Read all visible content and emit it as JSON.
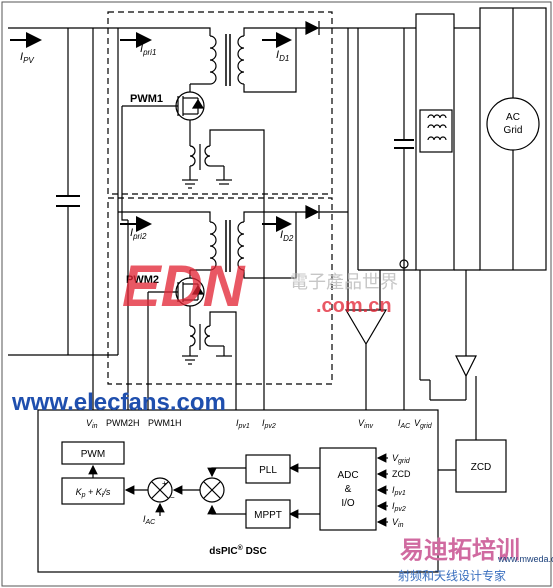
{
  "currents": {
    "ipv": "I",
    "ipv_sub": "PV",
    "ipri1": "I",
    "ipri1_sub": "pri1",
    "id1": "I",
    "id1_sub": "D1",
    "ipri2": "I",
    "ipri2_sub": "pri2",
    "id2": "I",
    "id2_sub": "D2"
  },
  "switches": {
    "pwm1": "PWM1",
    "pwm2": "PWM2"
  },
  "grid": {
    "line1": "AC",
    "line2": "Grid"
  },
  "zcd_block": "ZCD",
  "dsc": {
    "title": "dsPIC",
    "reg": "®",
    "title_suffix": " DSC",
    "pins": {
      "vin": "V",
      "vin_sub": "in",
      "pwm2h": "PWM2H",
      "pwm1h": "PWM1H",
      "ipv1": "I",
      "ipv1_sub": "pv1",
      "ipv2": "I",
      "ipv2_sub": "pv2",
      "vinv": "V",
      "vinv_sub": "inv",
      "iac": "I",
      "iac_sub": "AC",
      "vgrid": "V",
      "vgrid_sub": "grid"
    },
    "blocks": {
      "pwm": "PWM",
      "pi": "K",
      "pi_p": "p",
      "pi_mid": " + K",
      "pi_i": "i",
      "pi_end": "/s",
      "pll": "PLL",
      "mppt": "MPPT",
      "adc1": "ADC",
      "adc2": "&",
      "adc3": "I/O"
    },
    "iac_input": "I",
    "iac_input_sub": "AC",
    "adc_inputs": [
      {
        "main": "V",
        "sub": "grid"
      },
      {
        "main": "ZCD",
        "sub": ""
      },
      {
        "main": "I",
        "sub": "pv1"
      },
      {
        "main": "I",
        "sub": "pv2"
      },
      {
        "main": "V",
        "sub": "in"
      }
    ]
  },
  "watermarks": {
    "edn": "EDN",
    "edn_cn": "電子產品世界",
    "edn_url": ".com.cn",
    "elecfans": "www.elecfans.com",
    "corner_cn": "易迪拓培训",
    "corner_sub": "射频和天线设计专家",
    "corner_url": "www.mweda.com"
  }
}
